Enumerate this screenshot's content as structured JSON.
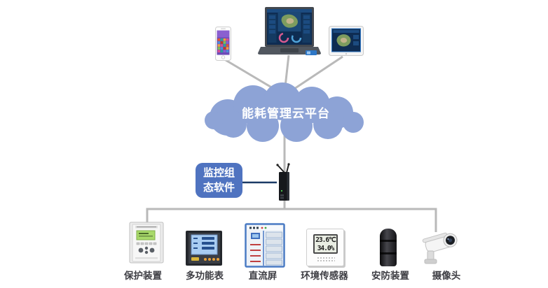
{
  "cloud": {
    "label": "能耗管理云平台"
  },
  "software_box": {
    "lines": [
      "监控组",
      "态软件"
    ]
  },
  "top_devices": [
    {
      "name": "smartphone"
    },
    {
      "name": "laptop-dashboard"
    },
    {
      "name": "monitor-dashboard"
    }
  ],
  "gateway": {
    "name": "wireless-gateway"
  },
  "devices": [
    {
      "label": "保护装置"
    },
    {
      "label": "多功能表"
    },
    {
      "label": "直流屏"
    },
    {
      "label": "环境传感器"
    },
    {
      "label": "安防装置"
    },
    {
      "label": "摄像头"
    }
  ],
  "sensor_display": {
    "line1": "23.6℃",
    "line2": "34.0%"
  },
  "colors": {
    "cloud": "#8da3d6",
    "software_box": "#4f73c0",
    "connector_line": "#b9b9b9",
    "link_line": "#1b3b66",
    "label_text": "#3e3e44"
  }
}
